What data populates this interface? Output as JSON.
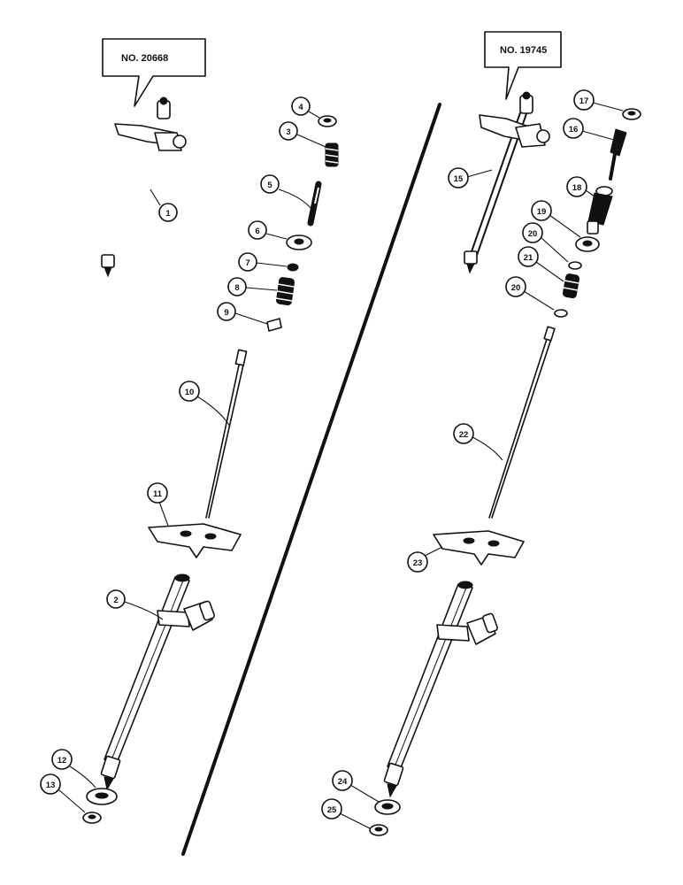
{
  "callouts": {
    "left": "NO. 20668",
    "right": "NO. 19745"
  },
  "parts": {
    "p1": "1",
    "p2": "2",
    "p3": "3",
    "p4": "4",
    "p5": "5",
    "p6": "6",
    "p7": "7",
    "p8": "8",
    "p9": "9",
    "p10": "10",
    "p11": "11",
    "p12": "12",
    "p13": "13",
    "p15": "15",
    "p16": "16",
    "p17": "17",
    "p18": "18",
    "p19": "19",
    "p20a": "20",
    "p20b": "20",
    "p21": "21",
    "p22": "22",
    "p23": "23",
    "p24": "24",
    "p25": "25"
  }
}
